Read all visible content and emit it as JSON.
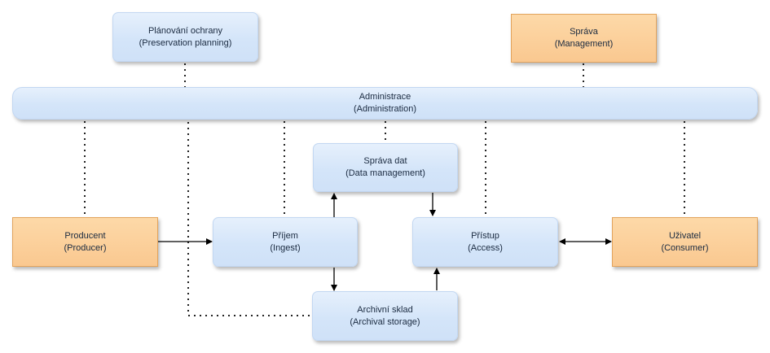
{
  "boxes": {
    "planning": {
      "line1": "Plánování ochrany",
      "line2": "(Preservation planning)"
    },
    "management": {
      "line1": "Správa",
      "line2": "(Management)"
    },
    "administration": {
      "line1": "Administrace",
      "line2": "(Administration)"
    },
    "data_management": {
      "line1": "Správa dat",
      "line2": "(Data management)"
    },
    "producer": {
      "line1": "Producent",
      "line2": "(Producer)"
    },
    "ingest": {
      "line1": "Příjem",
      "line2": "(Ingest)"
    },
    "access": {
      "line1": "Přístup",
      "line2": "(Access)"
    },
    "consumer": {
      "line1": "Uživatel",
      "line2": "(Consumer)"
    },
    "archival_storage": {
      "line1": "Archivní sklad",
      "line2": "(Archival storage)"
    }
  },
  "colors": {
    "internal_fill": "#d4e5f9",
    "external_fill": "#fac890",
    "connector": "#000000"
  }
}
